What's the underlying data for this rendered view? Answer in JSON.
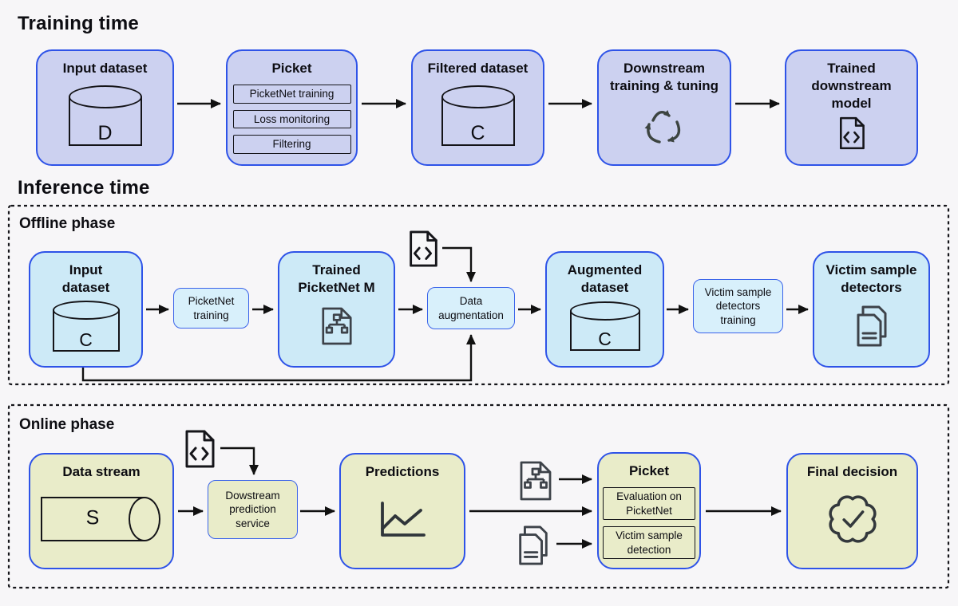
{
  "colors": {
    "background": "#f7f6f8",
    "border_blue": "#2e53e8",
    "training_fill": "#ccd1f0",
    "offline_fill": "#cdeaf7",
    "offline_small_fill": "#d8f0fb",
    "online_fill": "#e9ecc9",
    "line_black": "#141418",
    "icon_gray": "#3d4249"
  },
  "icons": {
    "database": "database-cylinder-icon",
    "recycle": "recycle-arrows-icon",
    "code_file": "code-file-icon",
    "model_file": "flowchart-file-icon",
    "documents": "stacked-documents-icon",
    "stream": "horizontal-cylinder-icon",
    "chart": "line-chart-icon",
    "badge": "badge-check-icon"
  },
  "training": {
    "heading": "Training time",
    "input_dataset": {
      "title": "Input dataset",
      "letter": "D"
    },
    "picket": {
      "title": "Picket",
      "steps": [
        "PicketNet training",
        "Loss monitoring",
        "Filtering"
      ]
    },
    "filtered_dataset": {
      "title": "Filtered dataset",
      "letter": "C"
    },
    "downstream": {
      "title": "Downstream training & tuning"
    },
    "trained_model": {
      "title": "Trained downstream model"
    }
  },
  "inference": {
    "heading": "Inference time",
    "offline": {
      "label": "Offline phase",
      "input_dataset": {
        "title": "Input dataset",
        "letter": "C"
      },
      "picketnet_training": {
        "label": "PicketNet training"
      },
      "trained_picketnet": {
        "title": "Trained PicketNet M"
      },
      "data_augmentation": {
        "label": "Data augmentation"
      },
      "augmented_dataset": {
        "title": "Augmented dataset",
        "letter": "C"
      },
      "detectors_training": {
        "label": "Victim sample detectors training"
      },
      "detectors": {
        "title": "Victim sample detectors"
      }
    },
    "online": {
      "label": "Online phase",
      "data_stream": {
        "title": "Data stream",
        "letter": "S"
      },
      "prediction_service": {
        "label": "Dowstream prediction service"
      },
      "predictions": {
        "title": "Predictions"
      },
      "picket": {
        "title": "Picket",
        "steps": [
          "Evaluation on PicketNet",
          "Victim sample detection"
        ]
      },
      "final_decision": {
        "title": "Final decision"
      }
    }
  }
}
